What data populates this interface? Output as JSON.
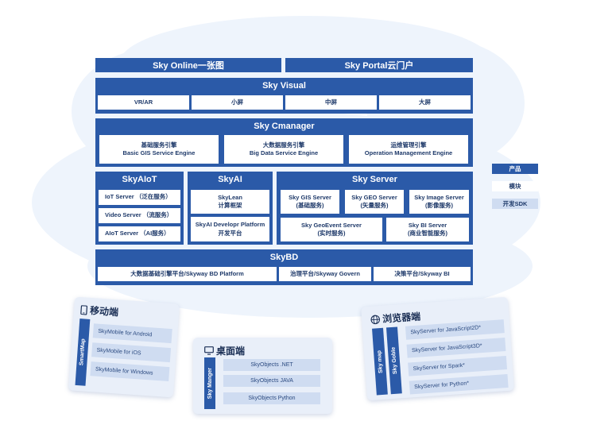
{
  "top": {
    "online": "Sky Online一张图",
    "portal": "Sky Portal云门户"
  },
  "visual": {
    "title": "Sky Visual",
    "items": [
      "VR/AR",
      "小屏",
      "中屏",
      "大屏"
    ]
  },
  "cmanager": {
    "title": "Sky Cmanager",
    "items": [
      {
        "cn": "基础服务引擎",
        "en": "Basic GIS Service Engine"
      },
      {
        "cn": "大数据服务引擎",
        "en": "Big Data Service Engine"
      },
      {
        "cn": "运维管理引擎",
        "en": "Operation Management Engine"
      }
    ]
  },
  "aiot": {
    "title": "SkyAIoT",
    "items": [
      "IoT Server （泛在服务）",
      "Video Server （流服务）",
      "AIoT Server （AI服务）"
    ]
  },
  "ai": {
    "title": "SkyAI",
    "items": [
      {
        "a": "SkyLean",
        "b": "计算框架"
      },
      {
        "a": "SkyAI Developr Platform",
        "b": "开发平台"
      }
    ]
  },
  "server": {
    "title": "Sky Server",
    "row1": [
      {
        "a": "Sky GIS Server",
        "b": "(基础服务)"
      },
      {
        "a": "Sky GEO Server",
        "b": "(矢量服务)"
      },
      {
        "a": "Sky Image Server",
        "b": "(影像服务)"
      }
    ],
    "row2": [
      {
        "a": "Sky GeoEvent Server",
        "b": "(实时服务)"
      },
      {
        "a": "Sky BI Server",
        "b": "(商业智能服务)"
      }
    ]
  },
  "bd": {
    "title": "SkyBD",
    "items": [
      "大数据基础引擎平台/Skyway BD Platform",
      "治理平台/Skyway Govern",
      "决策平台/Skyway BI"
    ]
  },
  "legend": [
    {
      "label": "产品",
      "bg": "#2b5aa8",
      "fg": "#ffffff"
    },
    {
      "label": "模块",
      "bg": "#ffffff",
      "fg": "#1f3a6a"
    },
    {
      "label": "开发SDK",
      "bg": "#cfdcf1",
      "fg": "#1f3a6a"
    }
  ],
  "mobile": {
    "title": "移动端",
    "icon": "phone-icon",
    "bar": "SmartMap",
    "items": [
      "SkyMobile for Android",
      "SkyMobile for iOS",
      "SkyMobile for Windows"
    ]
  },
  "desktop": {
    "title": "桌面端",
    "icon": "monitor-icon",
    "bar": "Sky Manger",
    "items": [
      "SkyObjects .NET",
      "SkyObjects JAVA",
      "SkyObjects Python"
    ]
  },
  "browser": {
    "title": "浏览器端",
    "icon": "globe-icon",
    "bars": [
      "Sky map",
      "Sky Goble"
    ],
    "items": [
      "SkyServer for JavaScript2D*",
      "SkyServer for JavaScript3D*",
      "SkyServer for Spark*",
      "SkyServer for Python*"
    ]
  },
  "colors": {
    "primary": "#2b5aa8",
    "cloud": "#eef4fc",
    "sdk": "#cfdcf1",
    "card": "#e9eff9"
  }
}
